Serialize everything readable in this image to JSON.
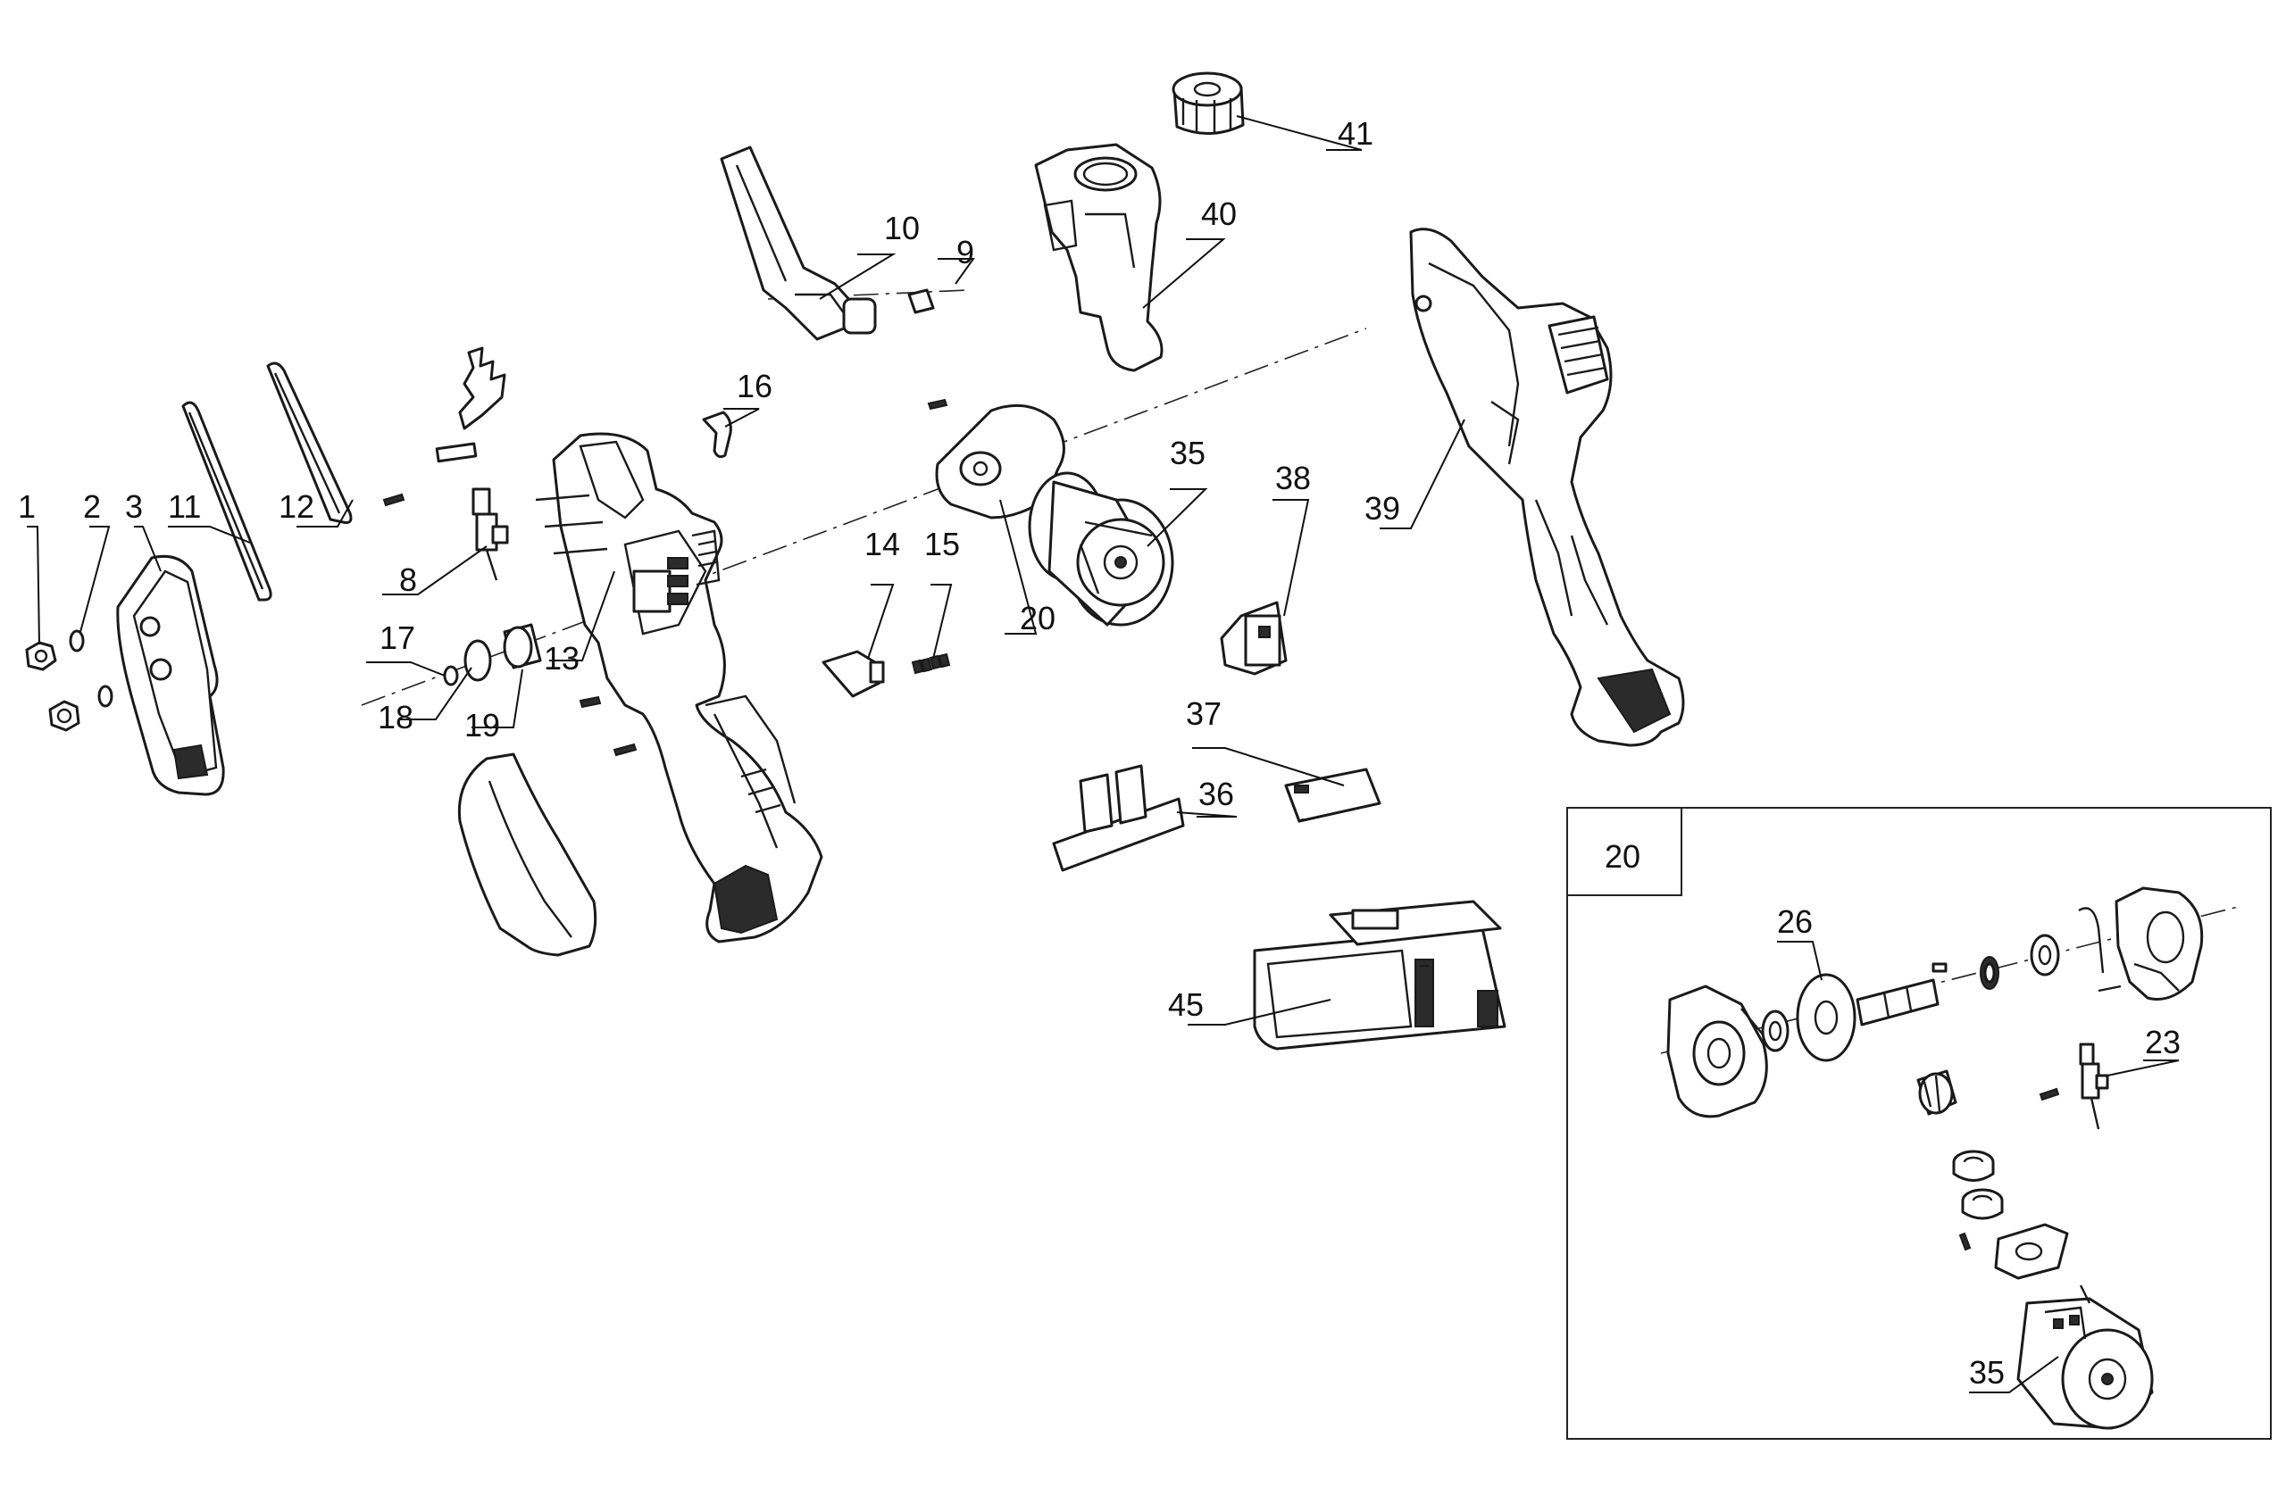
{
  "callouts": {
    "c1": "1",
    "c2": "2",
    "c3": "3",
    "c8": "8",
    "c9": "9",
    "c10": "10",
    "c11": "11",
    "c12": "12",
    "c13": "13",
    "c14": "14",
    "c15": "15",
    "c16": "16",
    "c17": "17",
    "c18": "18",
    "c19": "19",
    "c20": "20",
    "c35": "35",
    "c36": "36",
    "c37": "37",
    "c38": "38",
    "c39": "39",
    "c40": "40",
    "c41": "41",
    "c45": "45"
  },
  "inset": {
    "title": "20",
    "c23": "23",
    "c26": "26",
    "c35": "35"
  }
}
